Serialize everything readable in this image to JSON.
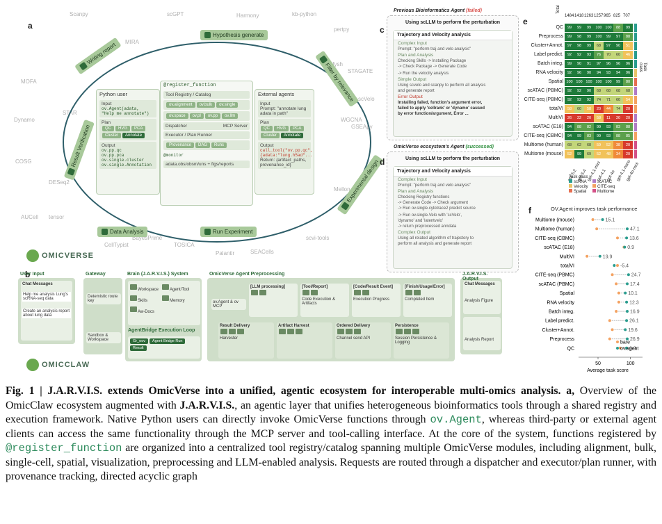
{
  "panel_labels": {
    "a": "a",
    "b": "b",
    "c": "c",
    "d": "d",
    "e": "e",
    "f": "f"
  },
  "panel_a": {
    "bg_tools": [
      "Scanpy",
      "MIRA",
      "scGPT",
      "Harmony",
      "kb-python",
      "pertpy",
      "STAGATE",
      "MOFA",
      "Dynamo",
      "COSG",
      "DESeq2",
      "AUCell",
      "CellTypist",
      "BayesPrime",
      "TOSICA",
      "Palantir",
      "SEACells",
      "scvi-tools",
      "Mellon",
      "GSEApy",
      "WGCNA",
      "starfysh",
      "scVelo",
      "STAR",
      "tensor"
    ],
    "cycle_steps": [
      "Hypothesis generate",
      "Filter by relevance",
      "Experimental design",
      "Run Experiment",
      "Data Analysis",
      "Result Verification",
      "Writing report"
    ],
    "python_user": {
      "title": "Python user",
      "input_label": "Input",
      "input_code": "ov.Agent(adata,",
      "input_prompt": "\"Help me annotate\")",
      "plan_label": "Plan",
      "plan_chips": [
        "QC",
        "HVG",
        "PCA",
        "Cluster",
        "Annotate"
      ],
      "output_label": "Output",
      "output_lines": [
        "ov.pp.qc",
        "ov.pp.pca",
        "ov.single.cluster",
        "ov.single.Annotation"
      ]
    },
    "registry": {
      "decorator": "@register_function",
      "catalog": "Tool Registry / Catalog",
      "modules_row1": [
        "ov.alignment",
        "ov.bulk",
        "ov.single"
      ],
      "modules_row2": [
        "ov.space",
        "ov.pl",
        "ov.pp",
        "ov.llm"
      ],
      "dispatcher": "Dispatcher",
      "mcp": "MCP Server",
      "executor": "Executor / Plan Runner",
      "small_tags": [
        "Provenance",
        "DAG",
        "Runs"
      ],
      "monitor": "@monitor",
      "monitor_line": "adata.obs/obsm/uns + figs/reports"
    },
    "external_agents": {
      "title": "External agents",
      "input_label": "Input",
      "input_prompt": "Prompt: \"annotate lung adata in path\"",
      "plan_label": "Plan",
      "plan_chips": [
        "QC",
        "HVG",
        "PCA",
        "Cluster",
        "Annotate"
      ],
      "output_label": "Output",
      "output_code": "call_tool(\"ov.pp.qc\", {adata:\"lung.h5ad\"...",
      "return_line": "Return: {artifact_paths, provenance_id}"
    },
    "logo": "OMICVERSE"
  },
  "panel_b": {
    "user_input": {
      "title": "User Input",
      "chat": "Chat Messages",
      "msg1": "Help me analysis Lung's scRNA-seq data",
      "msg2": "Create an analysis report about lung data"
    },
    "gateway": {
      "title": "Gateway",
      "line1": "Detemistic route key",
      "line2": "Sandbox & Workspace"
    },
    "brain": {
      "title": "Brain (J.A.R.V.I.S.) System",
      "items": [
        "Workspace",
        "Agent/Tool",
        "Skills",
        "Memory",
        "Aw-Docs"
      ],
      "loop_title": "AgentBridge Execution Loop",
      "loop_items": [
        "Gr_oov",
        "Agent Bridge Run",
        "Result"
      ]
    },
    "preproc": {
      "title": "OmicVerse Agent Preprocessing",
      "agent": "ov.Agent & ov MCP",
      "steps": [
        "[LLM processing]",
        "[Tool/Report]",
        "[Code/Result Event]",
        "[Finish/Usage/Error]"
      ],
      "step_subs": [
        "",
        "Code Execution & Artifacts",
        "Execution  Progress",
        "Completed Item"
      ],
      "delivery": [
        "Result Delivery",
        "Artifact Harvest",
        "Ordered Delivery",
        "Persistence"
      ],
      "delivery_subs": [
        "Harvester",
        "",
        "Channel send API",
        "Session Persistence & Logging"
      ]
    },
    "output": {
      "title": "J.A.R.V.I.S. Output",
      "chat": "Chat Messages",
      "fig": "Analysis Figure",
      "report": "Analysis Report"
    },
    "logo": "OMICCLAW"
  },
  "panel_c": {
    "header": "Previous Bioinformatics Agent",
    "status": "(failed)",
    "tagline": "Using scLLM to perform the perturbation",
    "title": "Trajectory and Velocity analysis",
    "sections": [
      {
        "name": "Complex Input",
        "lines": [
          "Prompt: \"perform traj and velo analysis\""
        ]
      },
      {
        "name": "Plan and Analysis",
        "lines": [
          "Checking Skills -> Installing Package",
          "-> Check Package -> Generate Code",
          "",
          "-> Run the velocity analysis"
        ]
      },
      {
        "name": "Simple Output",
        "lines": [
          "Using scvelo and scanpy to perform all analysis",
          "and generate report"
        ]
      }
    ],
    "error_title": "Error Output",
    "error_lines": [
      "Installing failed, function's argument error,",
      "failed to apply 'cellrank' or 'dynamo' caused",
      "by error function/argument, Error ..."
    ]
  },
  "panel_d": {
    "header": "OmicVerse ecosystem's Agent",
    "status": "(successed)",
    "tagline": "Using scLLM to perform the perturbation",
    "title": "Trajectory and Velocity analysis",
    "sections": [
      {
        "name": "Complex Input",
        "lines": [
          "Prompt: \"perform traj and velo analysis\""
        ]
      },
      {
        "name": "Plan and Analysis",
        "lines": [
          "Checking Registry functions",
          "-> Generate Code -> Check argument",
          "-> Run ov.single.cytotrace2 predict source",
          "",
          "-> Run ov.single.Velo with 'scVelo',",
          "'dynamo' and 'latentvelo'",
          "-> return preprocessed anndata"
        ]
      },
      {
        "name": "Complex Output",
        "lines": [
          "Using all related algorithm of trajectory to",
          "perform all analysis and generate report"
        ]
      }
    ]
  },
  "panel_e": {
    "totals": [
      "1484",
      "1418",
      "1263",
      "1257",
      "965",
      "825",
      "707"
    ],
    "total_label": "Total",
    "rows": [
      "QC",
      "Preprocess",
      "Cluster+Annot.",
      "Label predict.",
      "Batch integ.",
      "RNA velocity",
      "Spatial",
      "scATAC (PBMC)",
      "CITE-seq (PBMC)",
      "totalVI",
      "MultiVI",
      "scATAC (E18)",
      "CITE-seq (CBMC)",
      "Multiome (human)",
      "Multiome (mouse)"
    ],
    "cols": [
      "gpt-5.2",
      "gpt-5.4",
      "gpt-4.1-mini",
      "gpt-4.1",
      "gpt-4o",
      "gpt-4.1-nano",
      "gpt-4o-mini"
    ],
    "values": [
      [
        99,
        99,
        99,
        100,
        100,
        88,
        99
      ],
      [
        99,
        98,
        99,
        100,
        99,
        97,
        88
      ],
      [
        97,
        98,
        99,
        68,
        97,
        90,
        51
      ],
      [
        92,
        92,
        93,
        76,
        70,
        60,
        46
      ],
      [
        99,
        90,
        91,
        97,
        96,
        96,
        96
      ],
      [
        92,
        96,
        90,
        94,
        93,
        94,
        96
      ],
      [
        100,
        100,
        100,
        100,
        100,
        99,
        80
      ],
      [
        92,
        92,
        90,
        68,
        68,
        68,
        68
      ],
      [
        92,
        92,
        92,
        74,
        71,
        60,
        54
      ],
      [
        58,
        60,
        58,
        20,
        44,
        74,
        20
      ],
      [
        26,
        22,
        20,
        58,
        11,
        20,
        20
      ],
      [
        94,
        88,
        82,
        99,
        93,
        83,
        88
      ],
      [
        94,
        99,
        83,
        99,
        93,
        88,
        85
      ],
      [
        68,
        62,
        68,
        59,
        52,
        38,
        20
      ],
      [
        52,
        99,
        69,
        52,
        48,
        34,
        20
      ]
    ],
    "legend_title": "Task class",
    "legend_items": [
      "scRNA",
      "scATAC",
      "Velocity",
      "CITE-seq",
      "Spatial",
      "Multiome"
    ],
    "side_label": "Task class"
  },
  "panel_f": {
    "title": "OV.Agent improves task performance",
    "xlabel": "Average task score",
    "ticks": [
      "50",
      "100"
    ],
    "legend_bare": "bare",
    "legend_ov": "ov.agent",
    "rows": [
      "Multiome (mouse)",
      "Multiome (human)",
      "CITE-seq (CBMC)",
      "scATAC (E18)",
      "MultiVI",
      "totalVI",
      "CITE-seq (PBMC)",
      "scATAC (PBMC)",
      "Spatial",
      "RNA velocity",
      "Batch integ.",
      "Label predict.",
      "Cluster+Annot.",
      "Preprocess",
      "QC"
    ],
    "deltas": [
      "15.1",
      "47.1",
      "13.6",
      "0.9",
      "19.9",
      "-5.4",
      "24.7",
      "17.4",
      "10.1",
      "12.3",
      "16.9",
      "26.1",
      "19.6",
      "26.9",
      "9.9"
    ]
  },
  "chart_data": [
    {
      "type": "heatmap",
      "title": "",
      "rows": [
        "QC",
        "Preprocess",
        "Cluster+Annot.",
        "Label predict.",
        "Batch integ.",
        "RNA velocity",
        "Spatial",
        "scATAC (PBMC)",
        "CITE-seq (PBMC)",
        "totalVI",
        "MultiVI",
        "scATAC (E18)",
        "CITE-seq (CBMC)",
        "Multiome (human)",
        "Multiome (mouse)"
      ],
      "cols": [
        "gpt-5.2",
        "gpt-5.4",
        "gpt-4.1-mini",
        "gpt-4.1",
        "gpt-4o",
        "gpt-4.1-nano",
        "gpt-4o-mini"
      ],
      "column_totals": [
        1484,
        1418,
        1263,
        1257,
        965,
        825,
        707
      ]
    },
    {
      "type": "scatter",
      "title": "OV.Agent improves task performance",
      "xlabel": "Average task score",
      "xlim": [
        20,
        110
      ],
      "categories": [
        "Multiome (mouse)",
        "Multiome (human)",
        "CITE-seq (CBMC)",
        "scATAC (E18)",
        "MultiVI",
        "totalVI",
        "CITE-seq (PBMC)",
        "scATAC (PBMC)",
        "Spatial",
        "RNA velocity",
        "Batch integ.",
        "Label predict.",
        "Cluster+Annot.",
        "Preprocess",
        "QC"
      ],
      "series": [
        {
          "name": "bare",
          "values": [
            42,
            48,
            80,
            90,
            33,
            80,
            72,
            78,
            82,
            82,
            78,
            68,
            72,
            68,
            84
          ]
        },
        {
          "name": "ov.agent",
          "values": [
            57,
            95,
            94,
            91,
            53,
            75,
            97,
            95,
            92,
            94,
            95,
            94,
            92,
            95,
            94
          ]
        }
      ],
      "deltas": [
        15.1,
        47.1,
        13.6,
        0.9,
        19.9,
        -5.4,
        24.7,
        17.4,
        10.1,
        12.3,
        16.9,
        26.1,
        19.6,
        26.9,
        9.9
      ]
    }
  ],
  "caption": {
    "fig": "Fig. 1 | J.A.R.V.I.S. extends OmicVerse into a unified, agentic ecosystem for interoperable multi-omics analysis.",
    "a_label": "a,",
    "t1": " Overview of the OmicClaw ecosystem augmented with ",
    "jarvis": "J.A.R.V.I.S.",
    "t2": ", an agentic layer that unifies heterogeneous bioinformatics tools through a shared registry and execution framework. Native Python users can directly invoke OmicVerse functions through ",
    "code1": "ov.Agent",
    "t3": ", whereas third-party or external agent clients can access the same functionality through the MCP server and tool-calling interface. At the core of the system, functions registered by ",
    "code2": "@register_function",
    "t4": " are organized into a centralized tool registry/catalog spanning multiple OmicVerse modules, including alignment, bulk, single-cell, spatial, visualization, preprocessing and LLM-enabled analysis. Requests are routed through a dispatcher and executor/plan runner, with provenance tracking, directed acyclic graph"
  },
  "colors": {
    "accent_green": "#2f6b3a",
    "light_green": "#a8c99a",
    "panel_bg": "#cfdec9",
    "heat_high": "#1f7a3a",
    "heat_low": "#d73027",
    "mono_text": "#2c8a5b"
  }
}
